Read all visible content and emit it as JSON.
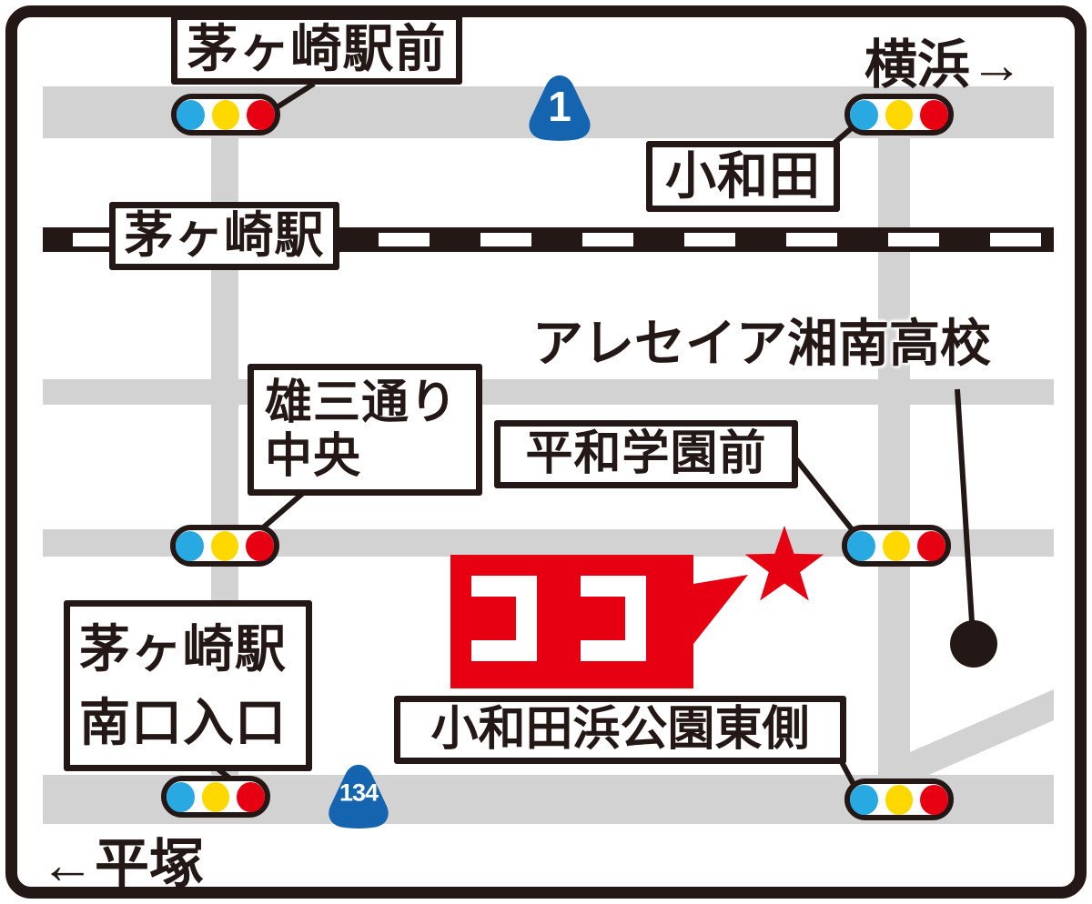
{
  "map": {
    "directions": {
      "yokohama": "横浜→",
      "hiratsuka": "←平塚"
    },
    "railway_station": "茅ヶ崎駅",
    "school": "アレセイア湘南高校",
    "here_marker": "ココ",
    "park_label": "小和田浜公園東側",
    "intersections": {
      "chigasaki_ekimae": "茅ヶ崎駅前",
      "kowada": "小和田",
      "yuzo_dori_line1": "雄三通り",
      "yuzo_dori_line2": "中央",
      "heiwa_gakuen_mae": "平和学園前",
      "minamiguchi_line1": "茅ヶ崎駅",
      "minamiguchi_line2": "南口入口"
    },
    "route_shields": {
      "route1": "1",
      "route134": "134"
    },
    "colors": {
      "road_gray": "#d2d2d2",
      "ink_black": "#231815",
      "marker_red": "#e60012",
      "signal_blue": "#29a9e1",
      "signal_yellow": "#ffd800",
      "shield_blue": "#1464af"
    }
  }
}
